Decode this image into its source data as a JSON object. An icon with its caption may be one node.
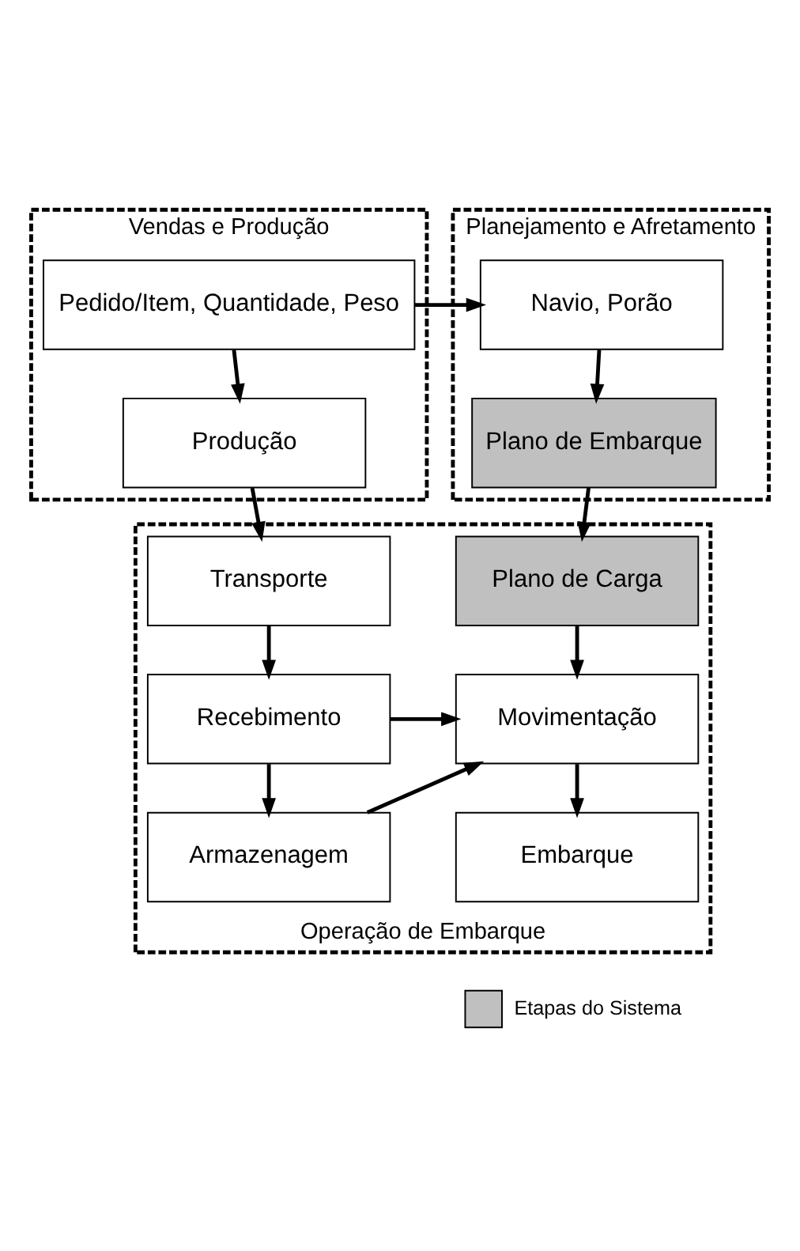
{
  "diagram": {
    "nodes": [
      {
        "text": [
          "Vendas e Produção"
        ]
      },
      {
        "text": [
          "Pedido/Item, Quantidade, Peso"
        ],
        "in": 0
      },
      {
        "text": [
          "Produção"
        ],
        "in": 0
      },
      {
        "text": [
          "Planejamento e Afretamento"
        ]
      },
      {
        "text": [
          "Navio, Porão"
        ],
        "in": 3
      },
      {
        "text": [
          "Plano de Embarque"
        ],
        "in": 3
      },
      {
        "text": [
          "Operação de Embarque"
        ]
      },
      {
        "text": [
          "Transporte"
        ],
        "in": 6
      },
      {
        "text": [
          "Plano de Carga"
        ],
        "in": 6
      },
      {
        "text": [
          "Recebimento"
        ],
        "in": 6
      },
      {
        "text": [
          "Movimentação"
        ],
        "in": 6
      },
      {
        "text": [
          "Armazenagem"
        ],
        "in": 6
      },
      {
        "text": [
          "Embarque"
        ],
        "in": 6
      }
    ],
    "edges": [
      {
        "from": 1,
        "to": 2,
        "arrow": "to"
      },
      {
        "from": 1,
        "to": 4,
        "arrow": "to"
      },
      {
        "from": 4,
        "to": 5,
        "arrow": "to"
      },
      {
        "from": 2,
        "to": 7,
        "arrow": "to"
      },
      {
        "from": 5,
        "to": 8,
        "arrow": "to"
      },
      {
        "from": 7,
        "to": 9,
        "arrow": "to"
      },
      {
        "from": 8,
        "to": 10,
        "arrow": "to"
      },
      {
        "from": 9,
        "to": 10,
        "arrow": "to"
      },
      {
        "from": 11,
        "to": 10,
        "arrow": "to"
      },
      {
        "from": 9,
        "to": 11,
        "arrow": "to"
      },
      {
        "from": 10,
        "to": 12,
        "arrow": "to"
      }
    ],
    "legend": [
      {
        "text": "Etapas do Sistema",
        "color": "#c0c0c0"
      }
    ]
  }
}
